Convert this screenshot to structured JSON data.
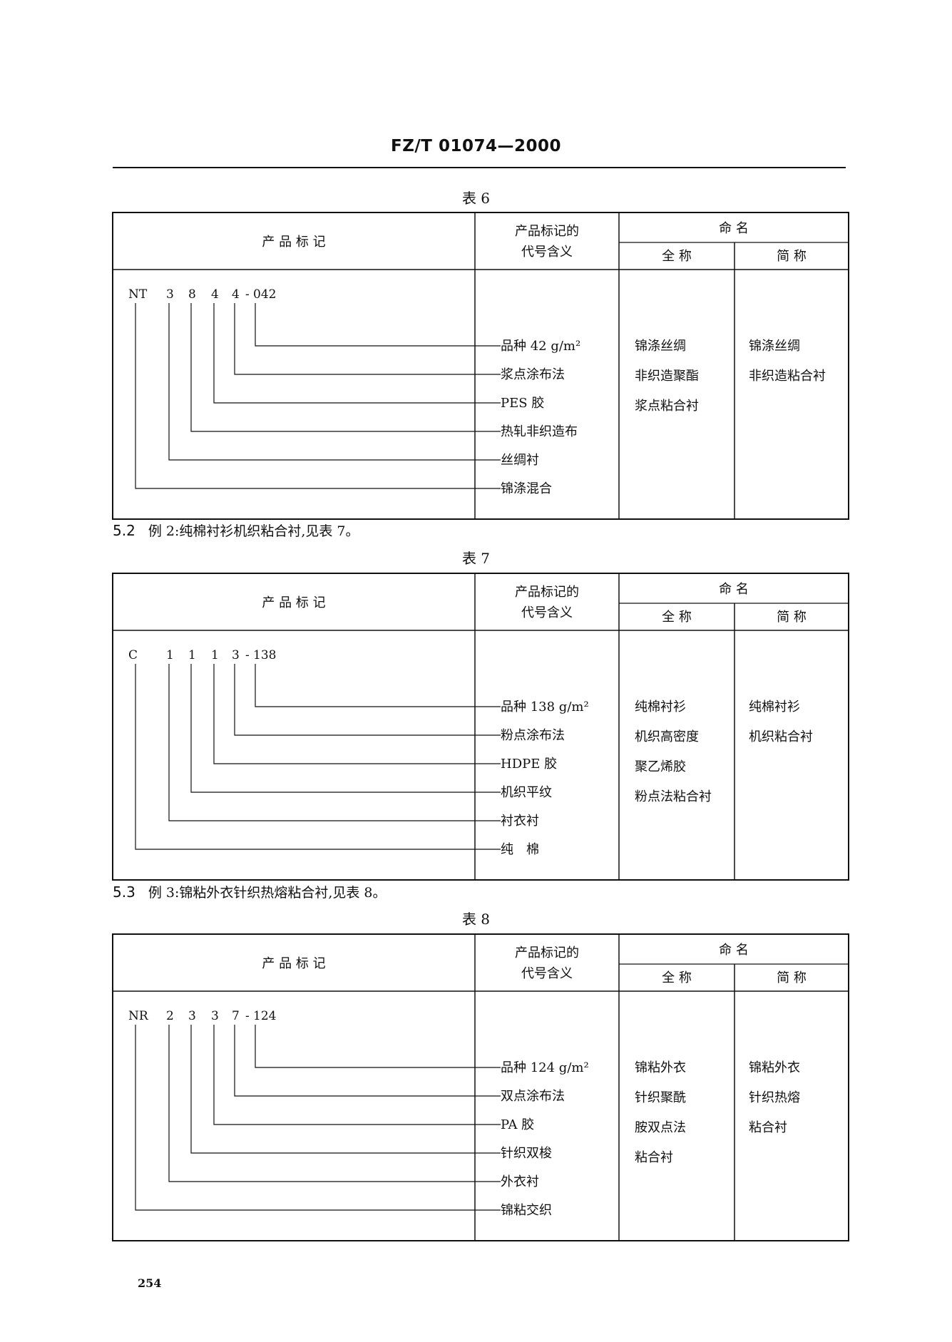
{
  "header": {
    "standard": "FZ/T 01074—2000"
  },
  "columns": {
    "marking": "产 品 标 记",
    "meaning_1": "产品标记的",
    "meaning_2": "代号含义",
    "naming": "命 名",
    "full_name": "全 称",
    "short_name": "简 称"
  },
  "tables": [
    {
      "caption": "表 6",
      "code_tokens": [
        "NT",
        "3",
        "8",
        "4",
        "4",
        "-",
        "042"
      ],
      "meanings": [
        "品种 42 g/m²",
        "浆点涂布法",
        "PES 胶",
        "热轧非织造布",
        "丝绸衬",
        "锦涤混合"
      ],
      "full_name": [
        "锦涤丝绸",
        "非织造聚酯",
        "浆点粘合衬"
      ],
      "short_name": [
        "锦涤丝绸",
        "非织造粘合衬"
      ]
    },
    {
      "caption": "表 7",
      "code_tokens": [
        "C",
        "1",
        "1",
        "1",
        "3",
        "-",
        "138"
      ],
      "meanings": [
        "品种 138 g/m²",
        "粉点涂布法",
        "HDPE 胶",
        "机织平纹",
        "衬衣衬",
        "纯　棉"
      ],
      "full_name": [
        "纯棉衬衫",
        "机织高密度",
        "聚乙烯胶",
        "粉点法粘合衬"
      ],
      "short_name": [
        "纯棉衬衫",
        "机织粘合衬"
      ]
    },
    {
      "caption": "表 8",
      "code_tokens": [
        "NR",
        "2",
        "3",
        "3",
        "7",
        "-",
        "124"
      ],
      "meanings": [
        "品种 124 g/m²",
        "双点涂布法",
        "PA 胶",
        "针织双梭",
        "外衣衬",
        "锦粘交织"
      ],
      "full_name": [
        "锦粘外衣",
        "针织聚酰",
        "胺双点法",
        "粘合衬"
      ],
      "short_name": [
        "锦粘外衣",
        "针织热熔",
        "粘合衬"
      ]
    }
  ],
  "sections": [
    {
      "number": "5.2",
      "text": "例 2:纯棉衬衫机织粘合衬,见表 7。"
    },
    {
      "number": "5.3",
      "text": "例 3:锦粘外衣针织热熔粘合衬,见表 8。"
    }
  ],
  "page_number": "254"
}
